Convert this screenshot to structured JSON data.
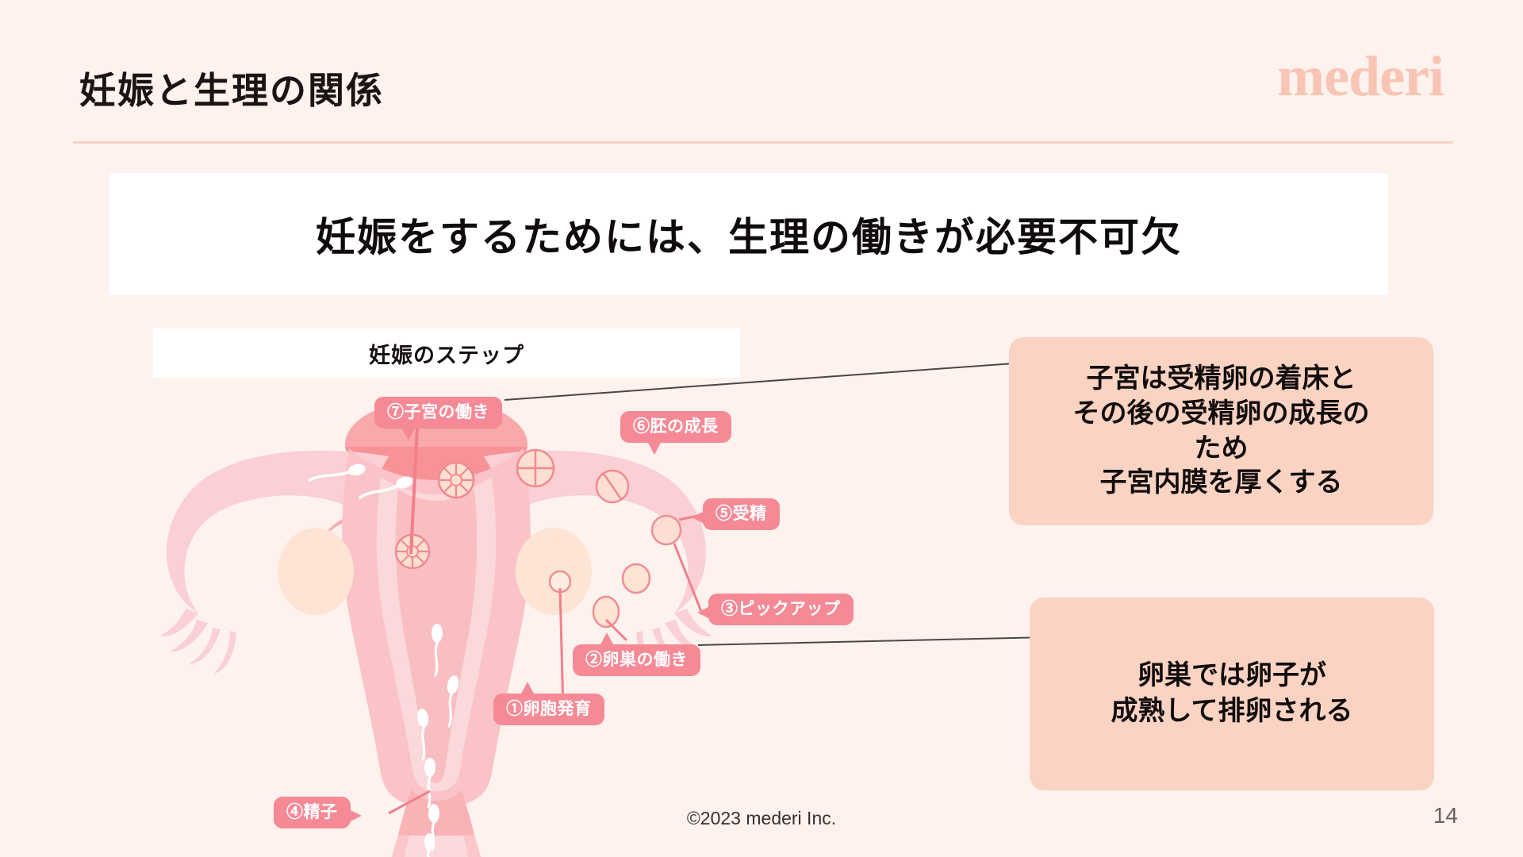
{
  "header": {
    "title": "妊娠と生理の関係",
    "logo": "mederi"
  },
  "headline": {
    "text": "妊娠をするためには、生理の働きが必要不可欠"
  },
  "steps_caption": {
    "text": "妊娠のステップ"
  },
  "step_labels": [
    {
      "id": "1",
      "text": "①卵胞発育"
    },
    {
      "id": "2",
      "text": "②卵巣の働き"
    },
    {
      "id": "3",
      "text": "③ピックアップ"
    },
    {
      "id": "4",
      "text": "④精子"
    },
    {
      "id": "5",
      "text": "⑤受精"
    },
    {
      "id": "6",
      "text": "⑥胚の成長"
    },
    {
      "id": "7",
      "text": "⑦子宮の働き"
    }
  ],
  "info_boxes": {
    "uterus": {
      "lines": [
        "子宮は受精卵の着床と",
        "その後の受精卵の成長の",
        "ため",
        "子宮内膜を厚くする"
      ]
    },
    "ovary": {
      "lines": [
        "卵巣では卵子が",
        "成熟して排卵される"
      ]
    }
  },
  "footer": {
    "copyright": "©2023 mederi Inc.",
    "page_number": "14"
  },
  "colors": {
    "background": "#fdf2ed",
    "accent_pink": "#f58a96",
    "info_box": "#fad3c3",
    "logo_pink": "#f8c4b4",
    "card_white": "#ffffff",
    "rule": "#f6d2c6",
    "leader_line": "#4e4646"
  },
  "illustration": {
    "name": "female-reproductive-system-diagram",
    "parts": [
      "uterus",
      "fallopian-tube-left",
      "fallopian-tube-right",
      "ovary-left",
      "ovary-right",
      "fimbriae",
      "cervix",
      "vagina",
      "endometrium",
      "sperm-cells",
      "follicles",
      "zygote",
      "two-cell-embryo",
      "four-cell-embryo",
      "morula"
    ]
  }
}
